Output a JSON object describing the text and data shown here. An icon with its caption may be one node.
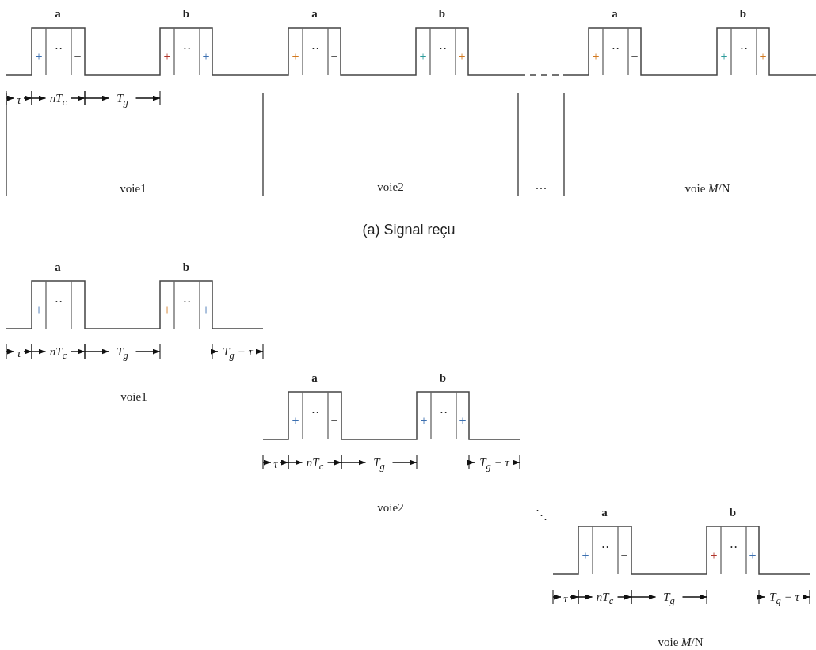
{
  "diagram": {
    "caption": "(a) Signal reçu",
    "labels": [
      "a",
      "b",
      "a",
      "b",
      "a",
      "b",
      "+",
      "··",
      "−",
      "+",
      "··",
      "+",
      "+",
      "··",
      "−",
      "+",
      "··",
      "+",
      "+",
      "··",
      "−",
      "+",
      "··",
      "+",
      "τ",
      "nT$_{c}$",
      "T$_{g}$",
      "voie1",
      "voie2",
      "···",
      "voie *M*/N",
      "a",
      "b",
      "+",
      "··",
      "−",
      "+",
      "··",
      "+",
      "τ",
      "nT$_{c}$",
      "T$_{g}$",
      "T$_{g}$ − τ",
      "voie1",
      "a",
      "b",
      "+",
      "··",
      "−",
      "+",
      "··",
      "+",
      "τ",
      "nT$_{c}$",
      "T$_{g}$",
      "T$_{g}$ − τ",
      "voie2",
      "⋱",
      "a",
      "b",
      "+",
      "··",
      "−",
      "+",
      "··",
      "+",
      "τ",
      "nT$_{c}$",
      "T$_{g}$",
      "T$_{g}$ − τ",
      "voie *M*/N"
    ]
  }
}
